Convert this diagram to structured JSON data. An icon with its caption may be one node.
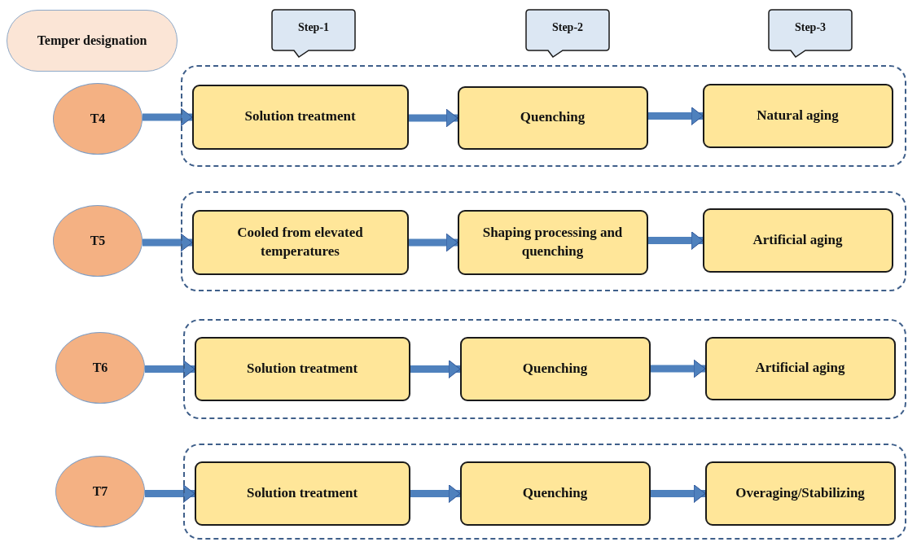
{
  "diagram": {
    "nodes": [
      {
        "text": [
          "Temper designation"
        ]
      },
      {
        "text": [
          "Step-1"
        ]
      },
      {
        "text": [
          "Step-2"
        ]
      },
      {
        "text": [
          "Step-3"
        ]
      },
      {
        "text": [
          "T4"
        ]
      },
      {
        "text": [],
        "shape": "box"
      },
      {
        "text": [
          "Solution treatment"
        ],
        "in": 5
      },
      {
        "text": [
          "Quenching"
        ],
        "in": 5
      },
      {
        "text": [
          "Natural aging"
        ],
        "in": 5
      },
      {
        "text": [
          "T5"
        ]
      },
      {
        "text": [],
        "shape": "box"
      },
      {
        "text": [
          "Cooled from elevated temperatures"
        ],
        "in": 10
      },
      {
        "text": [
          "Shaping processing and quenching"
        ],
        "in": 10
      },
      {
        "text": [
          "Artificial aging"
        ],
        "in": 10
      },
      {
        "text": [
          "T6"
        ]
      },
      {
        "text": [],
        "shape": "box"
      },
      {
        "text": [
          "Solution treatment"
        ],
        "in": 15
      },
      {
        "text": [
          "Quenching"
        ],
        "in": 15
      },
      {
        "text": [
          "Artificial aging"
        ],
        "in": 15
      },
      {
        "text": [
          "T7"
        ]
      },
      {
        "text": [],
        "shape": "box"
      },
      {
        "text": [
          "Solution treatment"
        ],
        "in": 20
      },
      {
        "text": [
          "Quenching"
        ],
        "in": 20
      },
      {
        "text": [
          "Overaging/Stabilizing"
        ],
        "in": 20
      }
    ],
    "edges": [
      {
        "from": 4,
        "to": 6,
        "arrow": "to"
      },
      {
        "from": 6,
        "to": 7,
        "arrow": "to"
      },
      {
        "from": 7,
        "to": 8,
        "arrow": "to"
      },
      {
        "from": 9,
        "to": 11,
        "arrow": "to"
      },
      {
        "from": 11,
        "to": 12,
        "arrow": "to"
      },
      {
        "from": 12,
        "to": 13,
        "arrow": "to"
      },
      {
        "from": 14,
        "to": 16,
        "arrow": "to"
      },
      {
        "from": 16,
        "to": 17,
        "arrow": "to"
      },
      {
        "from": 17,
        "to": 18,
        "arrow": "to"
      },
      {
        "from": 19,
        "to": 21,
        "arrow": "to"
      },
      {
        "from": 21,
        "to": 22,
        "arrow": "to"
      },
      {
        "from": 22,
        "to": 23,
        "arrow": "to"
      }
    ]
  }
}
